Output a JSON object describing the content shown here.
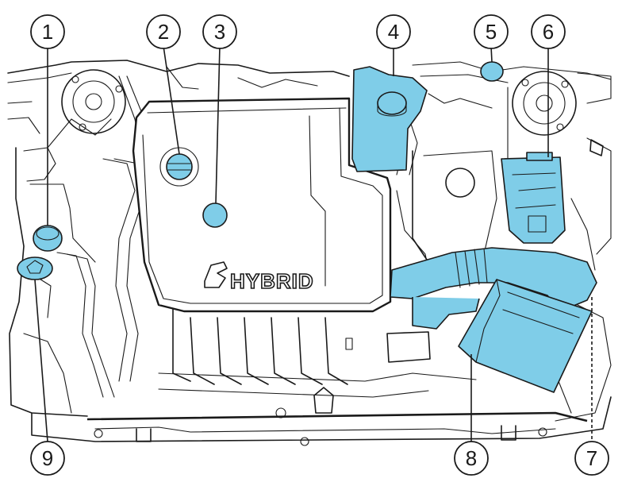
{
  "cover_logo_text": "HYBRID",
  "highlight_color": "#7fcde8",
  "callouts": [
    {
      "id": "1",
      "label": "1"
    },
    {
      "id": "2",
      "label": "2"
    },
    {
      "id": "3",
      "label": "3"
    },
    {
      "id": "4",
      "label": "4"
    },
    {
      "id": "5",
      "label": "5"
    },
    {
      "id": "6",
      "label": "6"
    },
    {
      "id": "7",
      "label": "7"
    },
    {
      "id": "8",
      "label": "8"
    },
    {
      "id": "9",
      "label": "9"
    }
  ]
}
